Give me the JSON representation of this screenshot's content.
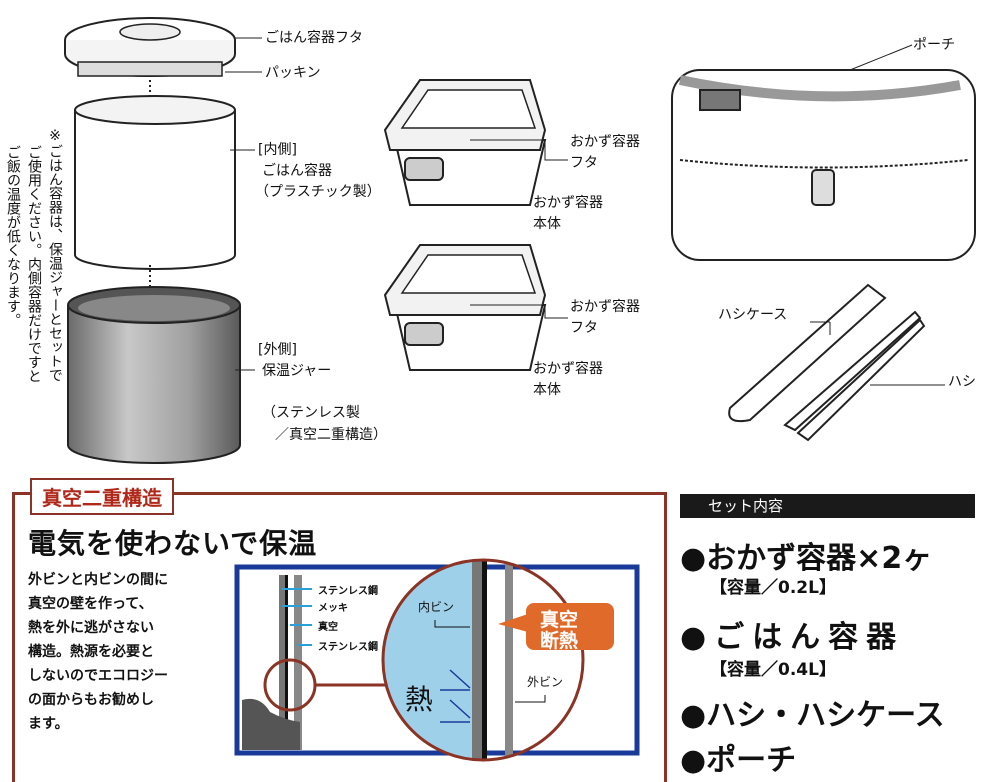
{
  "rice": {
    "lid": "ごはん容器フタ",
    "packing": "パッキン",
    "inner_tag": "[内側]",
    "inner_name": "ごはん容器",
    "inner_mat": "（プラスチック製）",
    "outer_tag": "[外側]",
    "outer_name": "保温ジャー",
    "outer_mat1": "（ステンレス製",
    "outer_mat2": "／真空二重構造）"
  },
  "note": [
    "※ごはん容器は、保温ジャーとセットで",
    "ご使用ください。内側容器だけですと",
    "ご飯の温度が低くなります。"
  ],
  "okazu": {
    "lid1": "おかず容器",
    "lid2": "フタ",
    "body1": "おかず容器",
    "body2": "本体"
  },
  "pouch": "ポーチ",
  "chopstick_case": "ハシケース",
  "chopsticks": "ハシ",
  "structure": {
    "tab": "真空二重構造",
    "heading": "電気を使わないで保温",
    "text": [
      "外ビンと内ビンの間に",
      "真空の壁を作って、",
      "熱を外に逃がさない",
      "構造。熱源を必要と",
      "しないのでエコロジー",
      "の面からもお勧めし",
      "ます。"
    ],
    "layers": [
      "ステンレス鋼",
      "メッキ",
      "真空",
      "ステンレス鋼"
    ],
    "inner": "内ビン",
    "outer": "外ビン",
    "heat": "熱",
    "badge1": "真空",
    "badge2": "断熱"
  },
  "set": {
    "title": "セット内容",
    "items": [
      "●おかず容器×2ヶ",
      "【容量／0.2L】",
      "●ごはん容器",
      "【容量／0.4L】",
      "●ハシ・ハシケース",
      "●ポーチ"
    ]
  },
  "colors": {
    "frame": "#8b3325",
    "blue": "#1a3a9a",
    "badge": "#e06a2a",
    "water": "#9fd0ea"
  }
}
